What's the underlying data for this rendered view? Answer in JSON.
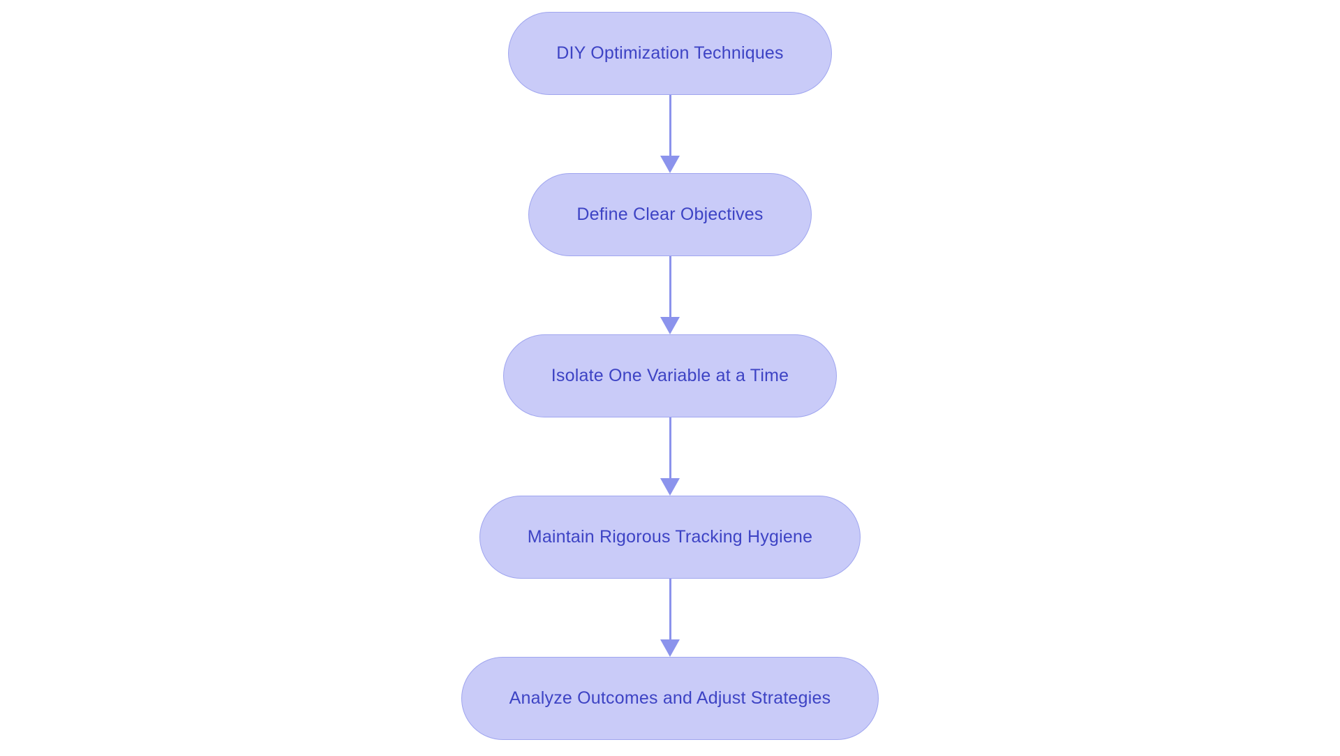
{
  "diagram": {
    "type": "flowchart",
    "direction": "top-down",
    "nodes": [
      {
        "id": "n1",
        "label": "DIY Optimization Techniques"
      },
      {
        "id": "n2",
        "label": "Define Clear Objectives"
      },
      {
        "id": "n3",
        "label": "Isolate One Variable at a Time"
      },
      {
        "id": "n4",
        "label": "Maintain Rigorous Tracking Hygiene"
      },
      {
        "id": "n5",
        "label": "Analyze Outcomes and Adjust Strategies"
      }
    ],
    "edges": [
      {
        "from": "n1",
        "to": "n2"
      },
      {
        "from": "n2",
        "to": "n3"
      },
      {
        "from": "n3",
        "to": "n4"
      },
      {
        "from": "n4",
        "to": "n5"
      }
    ],
    "colors": {
      "node_fill": "#c9cbf8",
      "node_border": "#9fa5ef",
      "node_text": "#3d43c4",
      "arrow": "#8b93ec",
      "background": "#ffffff"
    }
  }
}
